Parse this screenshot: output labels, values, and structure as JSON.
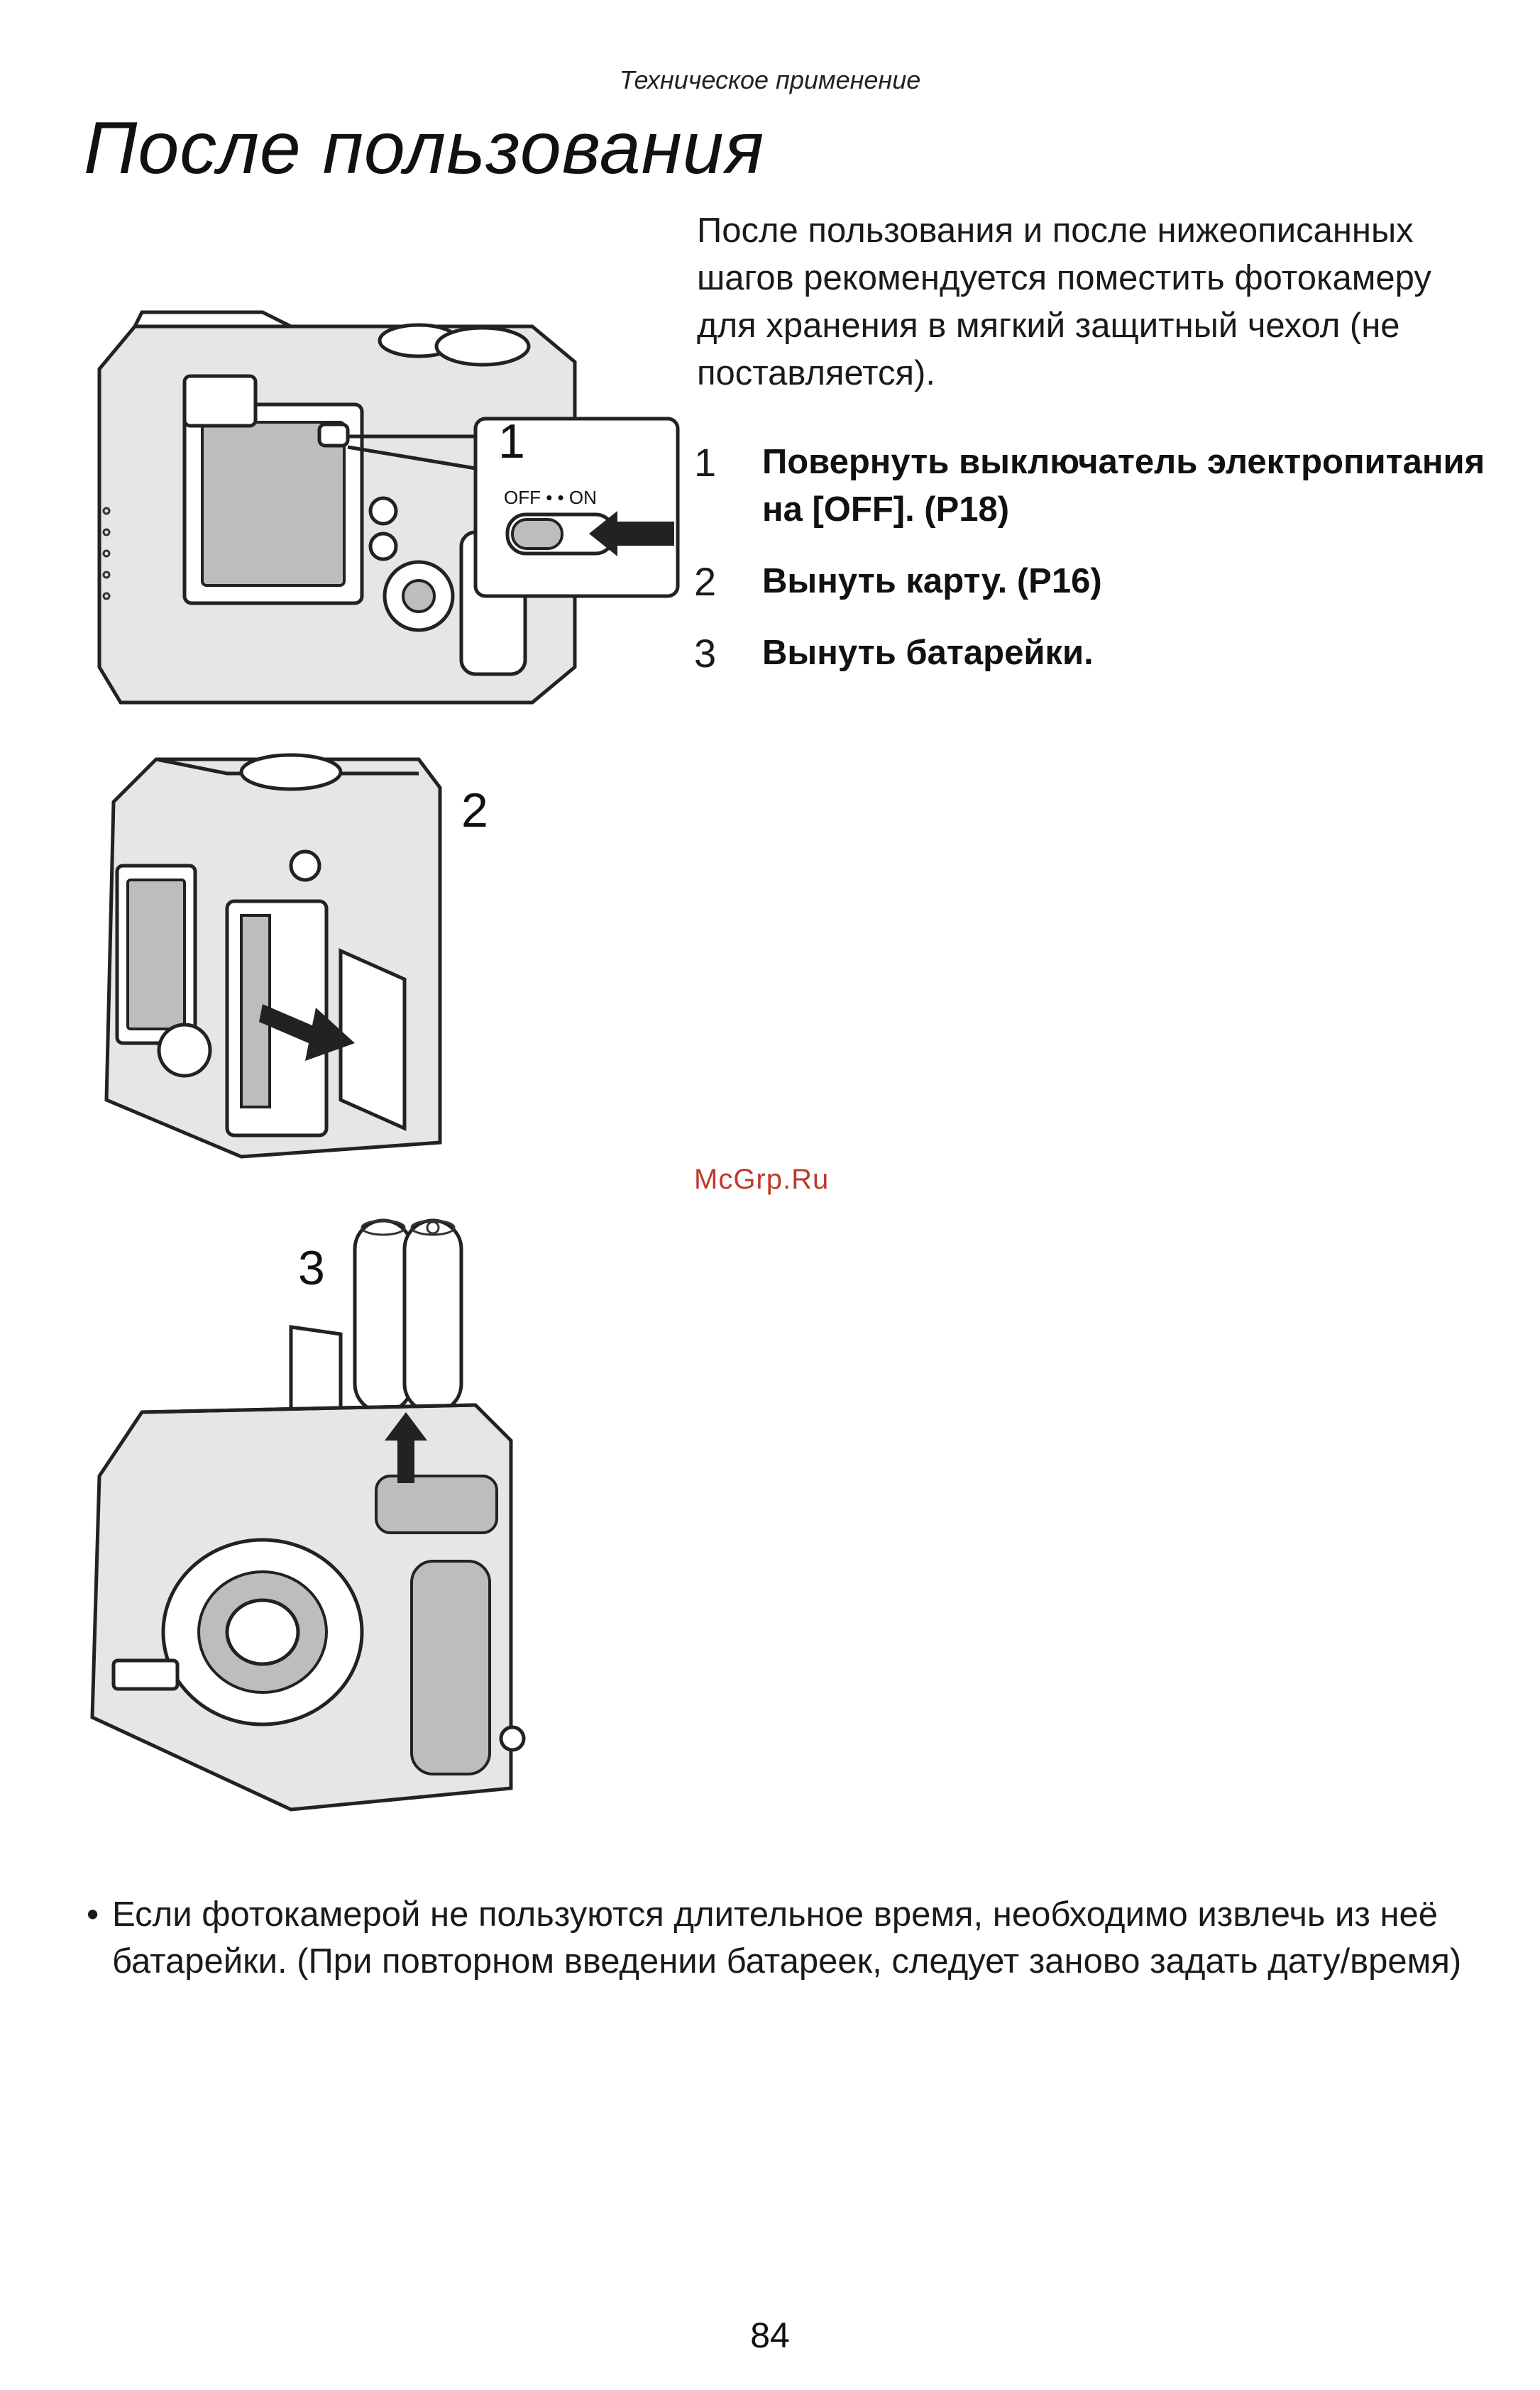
{
  "header": {
    "caption": "Техническое применение"
  },
  "page": {
    "title": "После пользования",
    "number": "84"
  },
  "intro": "После пользования и после нижеописанных шагов рекомендуется поместить фотокамеру для хранения в мягкий защитный чехол (не поставляется).",
  "steps": [
    {
      "num": "1",
      "text": "Повернуть выключатель электропитания на [OFF]. (P18)"
    },
    {
      "num": "2",
      "text": "Вынуть карту. (P16)"
    },
    {
      "num": "3",
      "text": "Вынуть батарейки."
    }
  ],
  "figures": {
    "fig1_label": "1",
    "fig1_switch_label": "OFF • • ON",
    "fig2_label": "2",
    "fig3_label": "3"
  },
  "note": {
    "bullet": "•",
    "text": "Если фотокамерой не пользуются длительное время, необходимо извлечь из неё батарейки. (При повторном введении батареек, следует заново задать дату/время)"
  },
  "watermark": "McGrp.Ru"
}
